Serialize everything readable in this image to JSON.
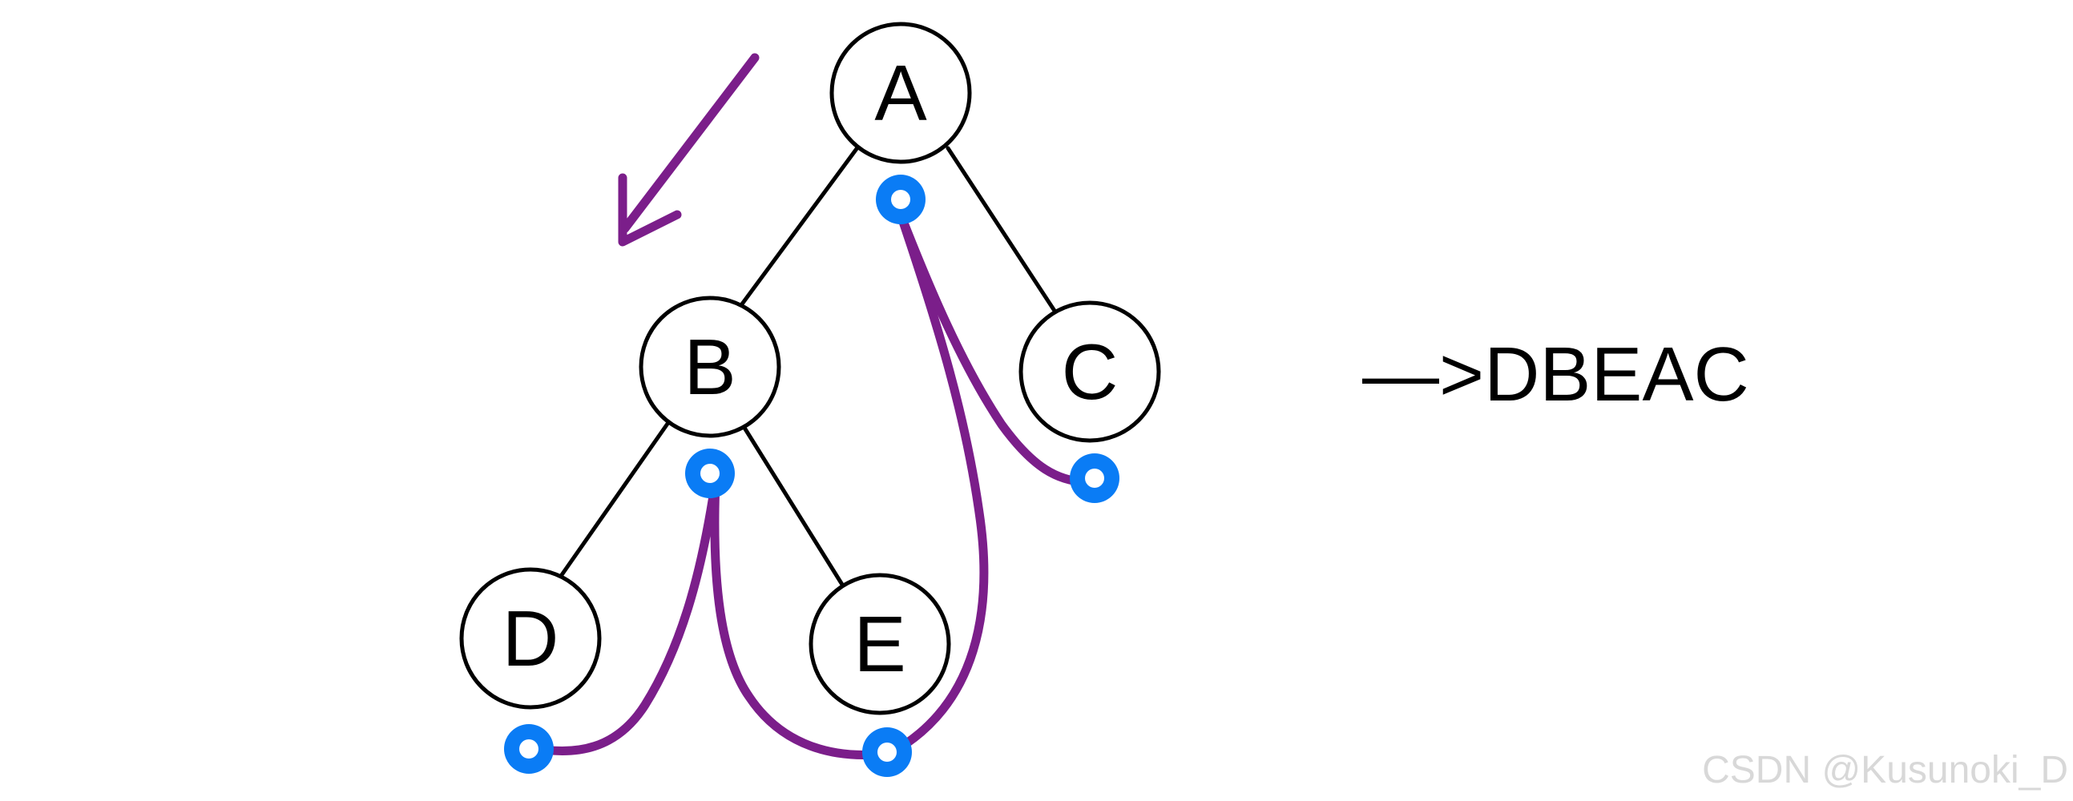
{
  "diagram": {
    "nodes": [
      {
        "id": "A",
        "label": "A"
      },
      {
        "id": "B",
        "label": "B"
      },
      {
        "id": "C",
        "label": "C"
      },
      {
        "id": "D",
        "label": "D"
      },
      {
        "id": "E",
        "label": "E"
      }
    ],
    "edges": [
      {
        "from": "A",
        "to": "B"
      },
      {
        "from": "A",
        "to": "C"
      },
      {
        "from": "B",
        "to": "D"
      },
      {
        "from": "B",
        "to": "E"
      }
    ],
    "traversal_order": [
      "D",
      "B",
      "E",
      "A",
      "C"
    ]
  },
  "result": {
    "text": "—>DBEAC"
  },
  "watermark": {
    "text": "CSDN @Kusunoki_D"
  },
  "colors": {
    "node_stroke": "#000000",
    "edge": "#000000",
    "traversal_path": "#7b1e8a",
    "visit_marker": "#0a7cf5",
    "text": "#000000",
    "watermark": "#d8d8d8",
    "background": "#ffffff"
  }
}
